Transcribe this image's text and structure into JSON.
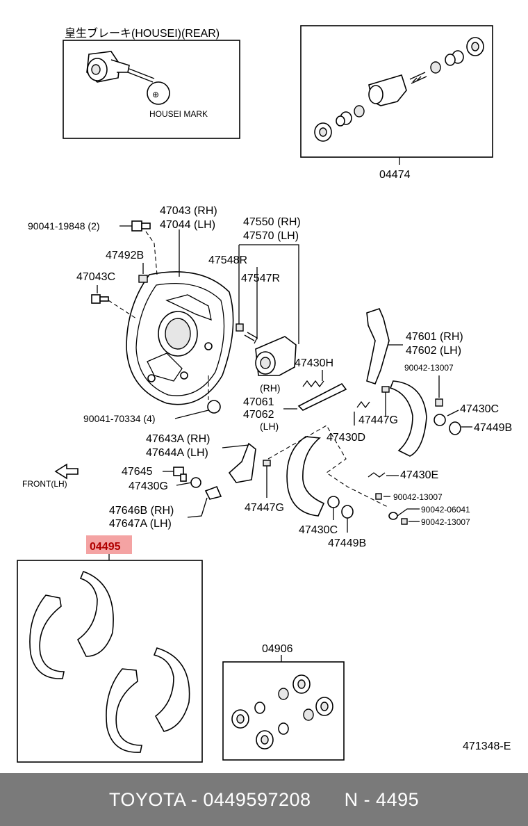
{
  "colors": {
    "highlight": "#f4a3a3",
    "footer_bg": "#7a7a7a",
    "footer_text": "#ffffff"
  },
  "insets": {
    "housei_title": "皇生ブレーキ(HOUSEI)(REAR)",
    "housei_mark": "HOUSEI MARK",
    "wheel_cylinder_kit": "04474",
    "shoe_kit": "04495",
    "cup_kit": "04906"
  },
  "labels": {
    "p90041_19848": "90041-19848 (2)",
    "p47043_rh": "47043 (RH)",
    "p47044_lh": "47044 (LH)",
    "p47550_rh": "47550 (RH)",
    "p47570_lh": "47570 (LH)",
    "p47492b": "47492B",
    "p47548r": "47548R",
    "p47043c": "47043C",
    "p47547r": "47547R",
    "p47601_rh": "47601 (RH)",
    "p47602_lh": "47602 (LH)",
    "p47430h": "47430H",
    "p90042_13007_a": "90042-13007",
    "p_rh": "(RH)",
    "p47061": "47061",
    "p47062": "47062",
    "p_lh": "(LH)",
    "p47430c_a": "47430C",
    "p47447g_a": "47447G",
    "p47449b_a": "47449B",
    "p90041_70334": "90041-70334 (4)",
    "p47430d": "47430D",
    "p47643a_rh": "47643A (RH)",
    "p47644a_lh": "47644A (LH)",
    "p47645": "47645",
    "p47430e": "47430E",
    "front_lh": "FRONT(LH)",
    "p47430g": "47430G",
    "p90042_13007_b": "90042-13007",
    "p47646b_rh": "47646B (RH)",
    "p47447g_b": "47447G",
    "p90042_06041": "90042-06041",
    "p47647a_lh": "47647A (LH)",
    "p90042_13007_c": "90042-13007",
    "p47430c_b": "47430C",
    "p47449b_b": "47449B",
    "figure_code": "471348-E"
  },
  "footer": {
    "brand_part": "TOYOTA - 0449597208",
    "ref": "N - 4495"
  }
}
